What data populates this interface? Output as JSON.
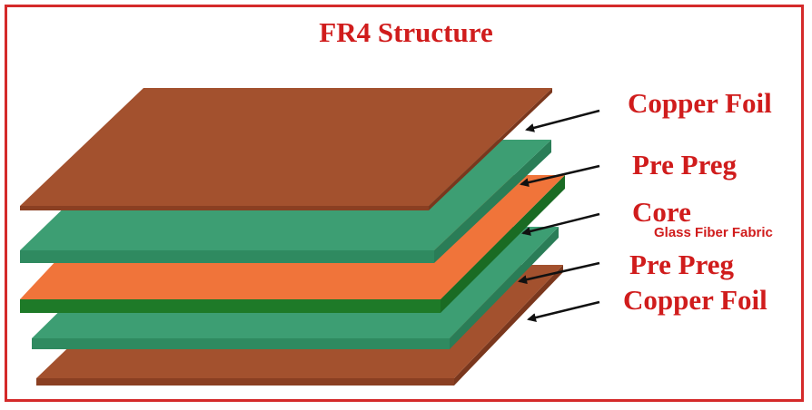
{
  "title": "FR4 Structure",
  "colors": {
    "frame": "#d42a2a",
    "text": "#d01c1c",
    "copper": "#a3512e",
    "copper_edge": "#8a3f22",
    "prepreg": "#3d9e73",
    "prepreg_edge": "#2f8a60",
    "core": "#f0743a",
    "core_edge": "#1e7a28",
    "arrow": "#111111"
  },
  "layers": [
    {
      "id": "copper-foil-top",
      "label": "Copper Foil",
      "sublabel": ""
    },
    {
      "id": "pre-preg-top",
      "label": "Pre Preg",
      "sublabel": ""
    },
    {
      "id": "core",
      "label": "Core",
      "sublabel": "Glass Fiber Fabric"
    },
    {
      "id": "pre-preg-bottom",
      "label": "Pre Preg",
      "sublabel": ""
    },
    {
      "id": "copper-foil-bottom",
      "label": "Copper Foil",
      "sublabel": ""
    }
  ]
}
